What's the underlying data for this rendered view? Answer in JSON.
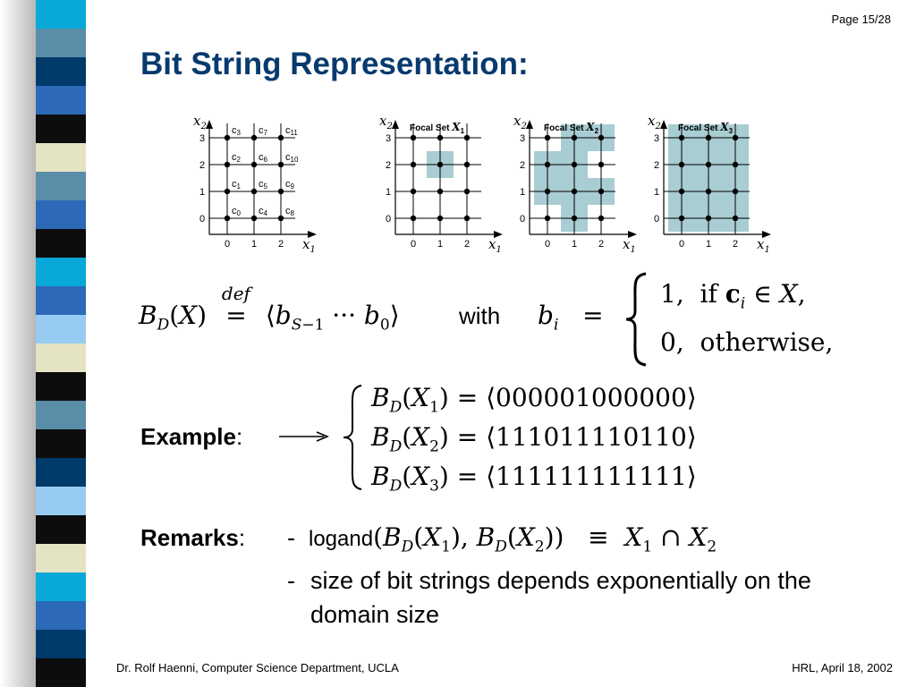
{
  "page": {
    "number": "Page 15/28"
  },
  "title": "Bit String Representation:",
  "colors": {
    "title": "#073a6e",
    "focal_fill": "#a8cdd3",
    "sidebar_bands": [
      "#08a8d8",
      "#5a8ea8",
      "#003a6a",
      "#2c6ab8",
      "#0d0d0d",
      "#e4e4c2",
      "#5a8ea8",
      "#2c6ab8",
      "#0d0d0d",
      "#08a8d8",
      "#2c6ab8",
      "#97cbf2",
      "#e4e4c2",
      "#0d0d0d",
      "#5a8ea8",
      "#0d0d0d",
      "#003a6a",
      "#97cbf2",
      "#0d0d0d",
      "#e4e4c2",
      "#08a8d8",
      "#2c6ab8",
      "#003a6a",
      "#0d0d0d"
    ]
  },
  "grids": [
    {
      "title": "",
      "ylabel": "x2",
      "xlabel": "x1",
      "xticks": [
        "0",
        "1",
        "2"
      ],
      "yticks": [
        "0",
        "1",
        "2",
        "3"
      ],
      "cell_labels": [
        [
          "c0",
          "c4",
          "c8"
        ],
        [
          "c1",
          "c5",
          "c9"
        ],
        [
          "c2",
          "c6",
          "c10"
        ],
        [
          "c3",
          "c7",
          "c11"
        ]
      ]
    },
    {
      "title": "Focal Set X1",
      "ylabel": "x2",
      "xlabel": "x1",
      "xticks": [
        "0",
        "1",
        "2"
      ],
      "yticks": [
        "0",
        "1",
        "2",
        "3"
      ],
      "focal_cells": [
        [
          1,
          2
        ]
      ]
    },
    {
      "title": "Focal Set X2",
      "ylabel": "x2",
      "xlabel": "x1",
      "xticks": [
        "0",
        "1",
        "2"
      ],
      "yticks": [
        "0",
        "1",
        "2",
        "3"
      ],
      "focal_cells": [
        [
          0,
          1
        ],
        [
          0,
          2
        ],
        [
          1,
          0
        ],
        [
          1,
          1
        ],
        [
          1,
          2
        ],
        [
          1,
          3
        ],
        [
          2,
          1
        ],
        [
          2,
          3
        ]
      ]
    },
    {
      "title": "Focal Set X3",
      "ylabel": "x2",
      "xlabel": "x1",
      "xticks": [
        "0",
        "1",
        "2"
      ],
      "yticks": [
        "0",
        "1",
        "2",
        "3"
      ],
      "focal_cells": [
        [
          0,
          0
        ],
        [
          0,
          1
        ],
        [
          0,
          2
        ],
        [
          0,
          3
        ],
        [
          1,
          0
        ],
        [
          1,
          1
        ],
        [
          1,
          2
        ],
        [
          1,
          3
        ],
        [
          2,
          0
        ],
        [
          2,
          1
        ],
        [
          2,
          2
        ],
        [
          2,
          3
        ]
      ]
    }
  ],
  "definition": {
    "lhs": "B_D(X) =def ⟨b_{S−1} ··· b_0⟩",
    "with": "with",
    "bi": "b_i =",
    "case1": "1, if c_i ∈ X,",
    "case2": "0, otherwise,"
  },
  "example": {
    "label": "Example",
    "lines": [
      "B_D(X_1) = ⟨000001000000⟩",
      "B_D(X_2) = ⟨111011110110⟩",
      "B_D(X_3) = ⟨111111111111⟩"
    ]
  },
  "remarks": {
    "label": "Remarks",
    "item1": "logand(B_D(X_1), B_D(X_2)) ≡ X_1 ∩ X_2",
    "item2": "size of bit strings depends exponentially on the domain size"
  },
  "footer": {
    "left": "Dr. Rolf Haenni, Computer Science Department, UCLA",
    "right": "HRL, April 18,  2002"
  }
}
